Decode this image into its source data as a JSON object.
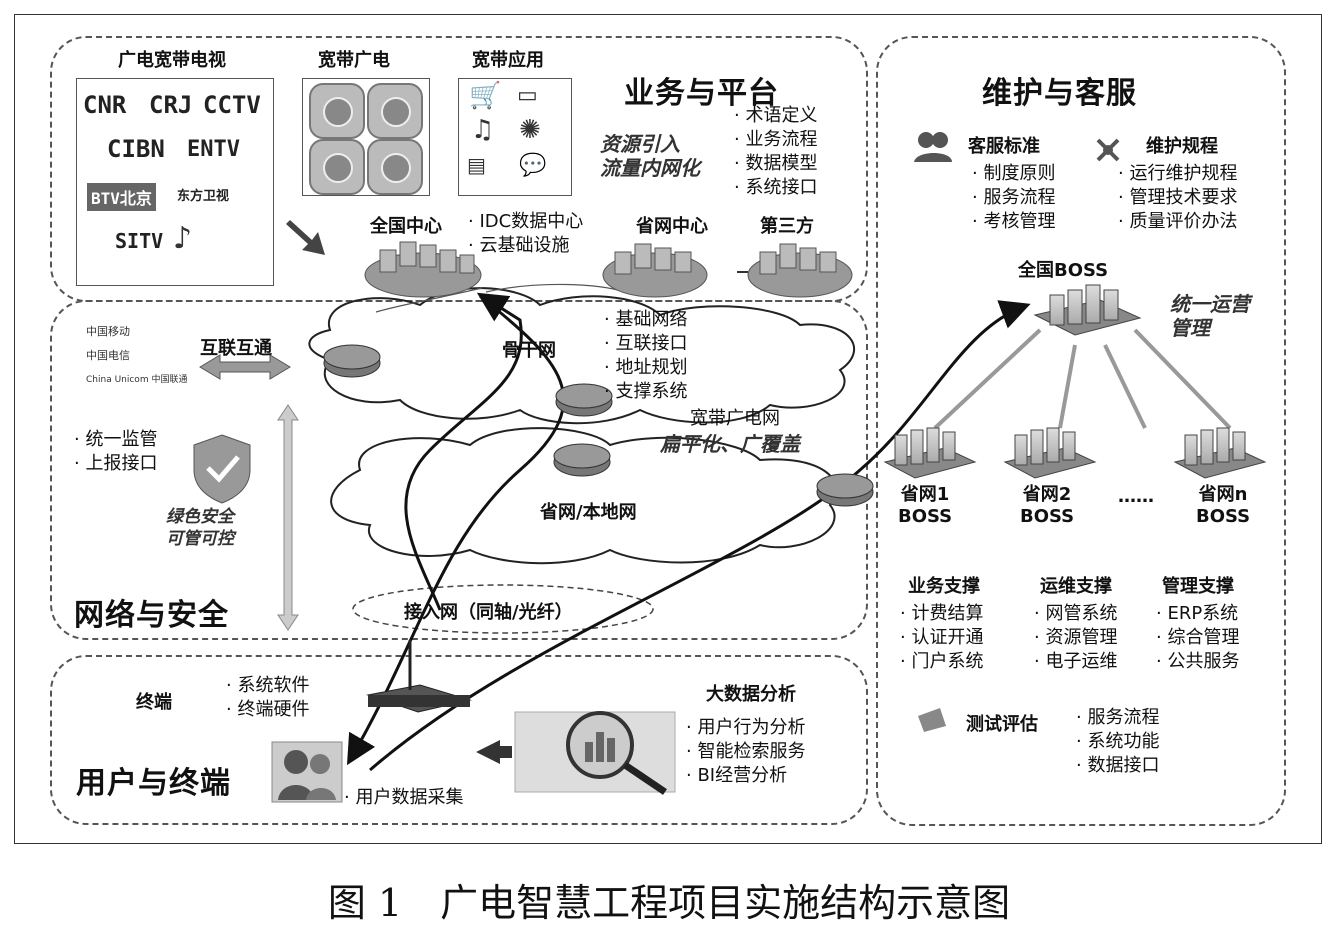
{
  "caption": "图 1　广电智慧工程项目实施结构示意图",
  "business": {
    "title": "业务与平台",
    "broadband_tv": {
      "heading": "广电宽带电视",
      "logos": [
        "CNR",
        "CRJ",
        "CCTV",
        "CIBN",
        "ENTV",
        "BTV北京",
        "东方卫视",
        "SITV"
      ]
    },
    "broadband_gd": {
      "heading": "宽带广电"
    },
    "broadband_app": {
      "heading": "宽带应用"
    },
    "slogan": [
      "资源引入",
      "流量内网化"
    ],
    "bullets": [
      "术语定义",
      "业务流程",
      "数据模型",
      "系统接口"
    ],
    "national_center": "全国中心",
    "center_bullets": [
      "IDC数据中心",
      "云基础设施"
    ],
    "province_center": "省网中心",
    "third_party": "第三方"
  },
  "network": {
    "title": "网络与安全",
    "carriers": [
      "中国移动",
      "中国电信",
      "China Unicom 中国联通"
    ],
    "interconnect": "互联互通",
    "backbone": "骨干网",
    "backbone_bullets": [
      "基础网络",
      "互联接口",
      "地址规划",
      "支撑系统"
    ],
    "broadband_net": "宽带广电网",
    "broadband_net_slogan": "扁平化、广覆盖",
    "supervision": [
      "统一监管",
      "上报接口"
    ],
    "safety_slogan": [
      "绿色安全",
      "可管可控"
    ],
    "province_local": "省网/本地网",
    "access": "接入网（同轴/光纤）"
  },
  "user": {
    "title": "用户与终端",
    "terminal": "终端",
    "terminal_bullets": [
      "系统软件",
      "终端硬件"
    ],
    "collect": "用户数据采集",
    "bigdata": "大数据分析",
    "bigdata_bullets": [
      "用户行为分析",
      "智能检索服务",
      "BI经营分析"
    ]
  },
  "maintenance": {
    "title": "维护与客服",
    "cs_standard": "客服标准",
    "cs_bullets": [
      "制度原则",
      "服务流程",
      "考核管理"
    ],
    "maint_rules": "维护规程",
    "maint_bullets": [
      "运行维护规程",
      "管理技术要求",
      "质量评价办法"
    ],
    "national_boss": "全国BOSS",
    "slogan": [
      "统一运营",
      "管理"
    ],
    "boss_nodes": [
      {
        "line1": "省网1",
        "line2": "BOSS"
      },
      {
        "line1": "省网2",
        "line2": "BOSS"
      },
      {
        "line1": "省网n",
        "line2": "BOSS"
      }
    ],
    "ellipsis": "……",
    "support": [
      {
        "heading": "业务支撑",
        "items": [
          "计费结算",
          "认证开通",
          "门户系统"
        ]
      },
      {
        "heading": "运维支撑",
        "items": [
          "网管系统",
          "资源管理",
          "电子运维"
        ]
      },
      {
        "heading": "管理支撑",
        "items": [
          "ERP系统",
          "综合管理",
          "公共服务"
        ]
      }
    ],
    "test_eval": "测试评估",
    "test_bullets": [
      "服务流程",
      "系统功能",
      "数据接口"
    ]
  }
}
